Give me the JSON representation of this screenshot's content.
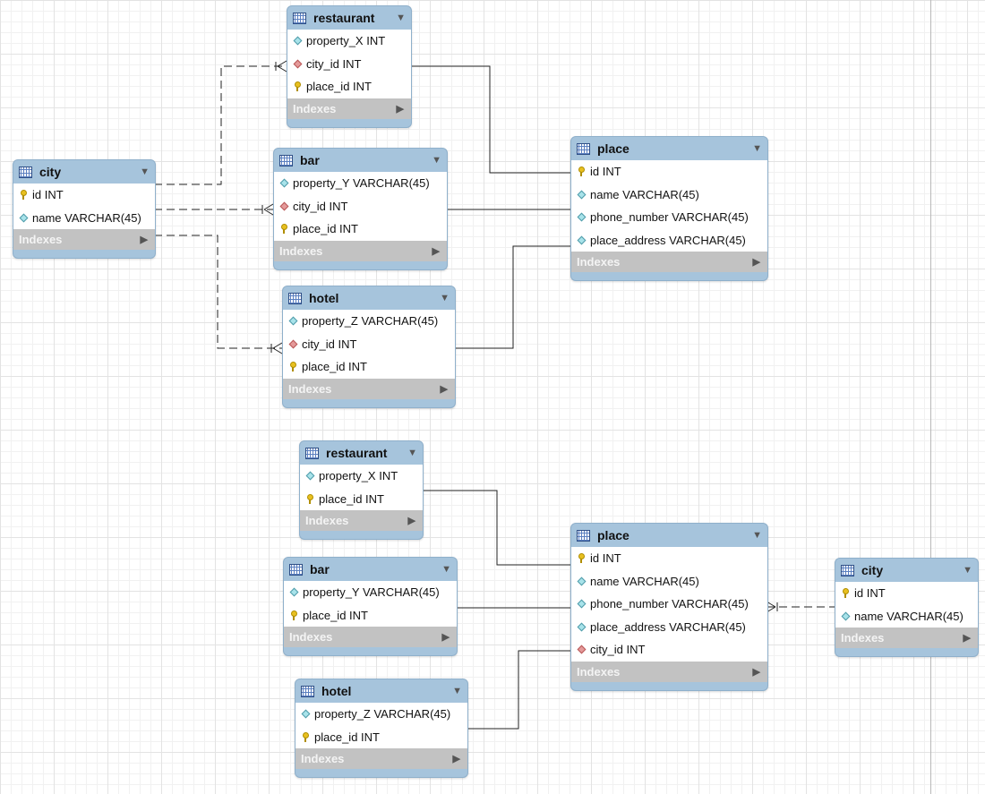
{
  "labels": {
    "indexes": "Indexes",
    "collapse_glyph": "▼",
    "expand_glyph": "▶"
  },
  "icons": {
    "table": "table-icon",
    "primary_key": "key-icon",
    "attribute": "diamond-icon",
    "foreign_key": "fk-diamond-icon",
    "collapse": "triangle-down-icon",
    "expand": "triangle-right-icon"
  },
  "colors": {
    "entity_header": "#a6c4dc",
    "indexes_bar": "#c2c2c2",
    "attribute_icon": "#a8e3ea",
    "foreign_key_icon": "#e49a9a",
    "primary_key_icon": "#e8c020",
    "connector": "#222222"
  },
  "diagram_top": {
    "entities": [
      {
        "title": "restaurant",
        "columns": [
          {
            "name": "property_X INT",
            "icon": "attribute"
          },
          {
            "name": "city_id INT",
            "icon": "foreign_key"
          },
          {
            "name": "place_id INT",
            "icon": "primary_key"
          }
        ]
      },
      {
        "title": "bar",
        "columns": [
          {
            "name": "property_Y VARCHAR(45)",
            "icon": "attribute"
          },
          {
            "name": "city_id INT",
            "icon": "foreign_key"
          },
          {
            "name": "place_id INT",
            "icon": "primary_key"
          }
        ]
      },
      {
        "title": "hotel",
        "columns": [
          {
            "name": "property_Z VARCHAR(45)",
            "icon": "attribute"
          },
          {
            "name": "city_id INT",
            "icon": "foreign_key"
          },
          {
            "name": "place_id INT",
            "icon": "primary_key"
          }
        ]
      },
      {
        "title": "city",
        "columns": [
          {
            "name": "id INT",
            "icon": "primary_key"
          },
          {
            "name": "name VARCHAR(45)",
            "icon": "attribute"
          }
        ]
      },
      {
        "title": "place",
        "columns": [
          {
            "name": "id INT",
            "icon": "primary_key"
          },
          {
            "name": "name VARCHAR(45)",
            "icon": "attribute"
          },
          {
            "name": "phone_number VARCHAR(45)",
            "icon": "attribute"
          },
          {
            "name": "place_address VARCHAR(45)",
            "icon": "attribute"
          }
        ]
      }
    ]
  },
  "diagram_bottom": {
    "entities": [
      {
        "title": "restaurant",
        "columns": [
          {
            "name": "property_X INT",
            "icon": "attribute"
          },
          {
            "name": "place_id INT",
            "icon": "primary_key"
          }
        ]
      },
      {
        "title": "bar",
        "columns": [
          {
            "name": "property_Y VARCHAR(45)",
            "icon": "attribute"
          },
          {
            "name": "place_id INT",
            "icon": "primary_key"
          }
        ]
      },
      {
        "title": "hotel",
        "columns": [
          {
            "name": "property_Z VARCHAR(45)",
            "icon": "attribute"
          },
          {
            "name": "place_id INT",
            "icon": "primary_key"
          }
        ]
      },
      {
        "title": "place",
        "columns": [
          {
            "name": "id INT",
            "icon": "primary_key"
          },
          {
            "name": "name VARCHAR(45)",
            "icon": "attribute"
          },
          {
            "name": "phone_number VARCHAR(45)",
            "icon": "attribute"
          },
          {
            "name": "place_address VARCHAR(45)",
            "icon": "attribute"
          },
          {
            "name": "city_id INT",
            "icon": "foreign_key"
          }
        ]
      },
      {
        "title": "city",
        "columns": [
          {
            "name": "id INT",
            "icon": "primary_key"
          },
          {
            "name": "name VARCHAR(45)",
            "icon": "attribute"
          }
        ]
      }
    ]
  }
}
